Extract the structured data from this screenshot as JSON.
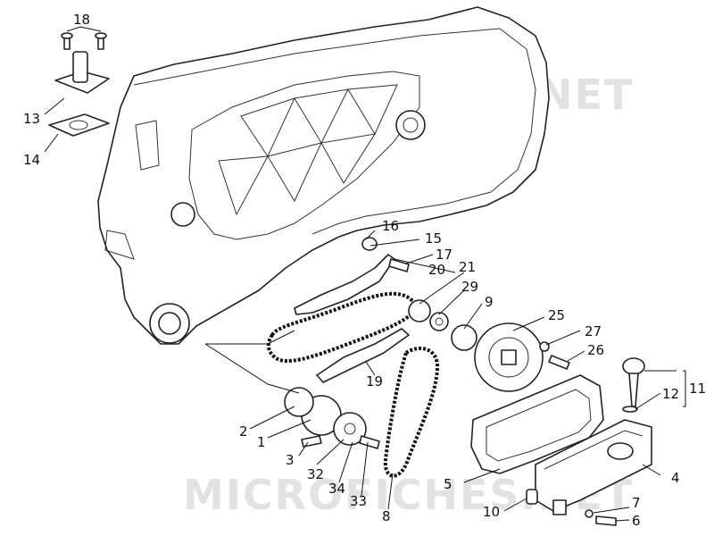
{
  "watermark": "MICROFICHES.NET",
  "callouts": [
    "18",
    "13",
    "14",
    "16",
    "15",
    "17",
    "20",
    "21",
    "29",
    "9",
    "25",
    "27",
    "26",
    "11",
    "12",
    "19",
    "2",
    "1",
    "3",
    "32",
    "34",
    "33",
    "8",
    "5",
    "4",
    "10",
    "7",
    "6"
  ]
}
